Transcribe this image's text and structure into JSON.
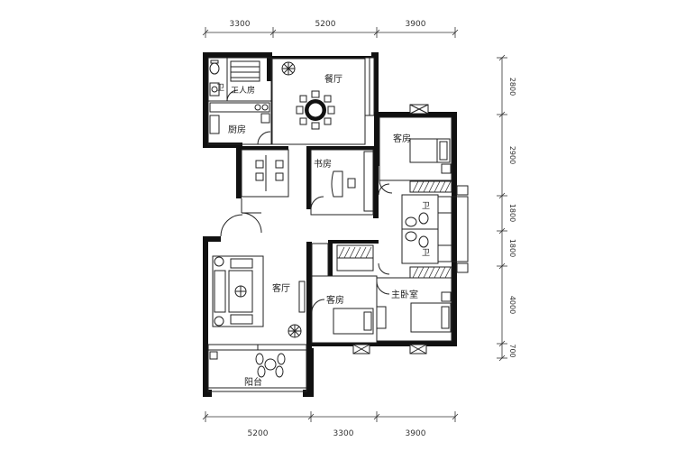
{
  "dimensions": {
    "top": [
      "3300",
      "5200",
      "3900"
    ],
    "bottom": [
      "5200",
      "3300",
      "3900"
    ],
    "right": [
      "2800",
      "2900",
      "1800",
      "1800",
      "4000",
      "700"
    ]
  },
  "rooms": {
    "dining": "餐厅",
    "utility": "工人房",
    "kitchen": "厨房",
    "bath_small": "卫",
    "study": "书房",
    "guest_room_top": "客房",
    "bath_mid_top": "卫",
    "bath_mid_bottom": "卫",
    "living": "客厅",
    "guest_room_bottom": "客房",
    "master_bedroom": "主卧室",
    "balcony": "阳台"
  },
  "colors": {
    "wall": "#111111",
    "line": "#222222",
    "background": "#ffffff"
  }
}
